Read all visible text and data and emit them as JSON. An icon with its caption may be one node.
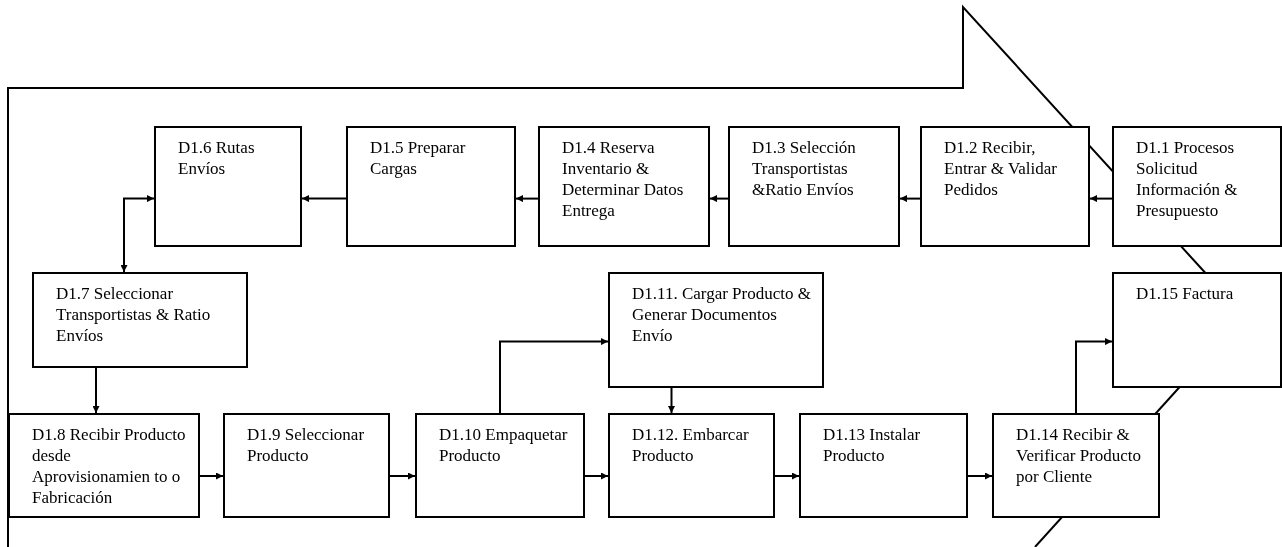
{
  "diagram": {
    "nodes": [
      {
        "text": [
          "D1.1 Procesos Solicitud Información & Presupuesto"
        ]
      },
      {
        "text": [
          "D1.2 Recibir, Entrar & Validar Pedidos"
        ]
      },
      {
        "text": [
          "D1.3 Selección Transportistas &Ratio Envíos"
        ]
      },
      {
        "text": [
          "D1.4 Reserva Inventario & Determinar Datos Entrega"
        ]
      },
      {
        "text": [
          "D1.5 Preparar Cargas"
        ]
      },
      {
        "text": [
          "D1.6 Rutas Envíos"
        ]
      },
      {
        "text": [
          "D1.7 Seleccionar Transportistas & Ratio Envíos"
        ]
      },
      {
        "text": [
          "D1.11. Cargar Producto & Generar Documentos Envío"
        ]
      },
      {
        "text": [
          "D1.15 Factura"
        ]
      },
      {
        "text": [
          "D1.8 Recibir Producto desde Aprovisionamien to o Fabricación"
        ]
      },
      {
        "text": [
          "D1.9 Seleccionar Producto"
        ]
      },
      {
        "text": [
          "D1.10 Empaquetar Producto"
        ]
      },
      {
        "text": [
          "D1.12. Embarcar Producto"
        ]
      },
      {
        "text": [
          "D1.13 Instalar Producto"
        ]
      },
      {
        "text": [
          "D1.14 Recibir & Verificar Producto por Cliente"
        ]
      }
    ],
    "edges": [
      {
        "from": 0,
        "to": 1,
        "arrow": "to"
      },
      {
        "from": 1,
        "to": 2,
        "arrow": "to"
      },
      {
        "from": 2,
        "to": 3,
        "arrow": "to"
      },
      {
        "from": 3,
        "to": 4,
        "arrow": "to"
      },
      {
        "from": 4,
        "to": 5,
        "arrow": "to"
      },
      {
        "from": 5,
        "to": 6,
        "arrow": "both"
      },
      {
        "from": 6,
        "to": 9,
        "arrow": "to"
      },
      {
        "from": 9,
        "to": 10,
        "arrow": "to"
      },
      {
        "from": 10,
        "to": 11,
        "arrow": "to"
      },
      {
        "from": 11,
        "to": 7,
        "arrow": "to"
      },
      {
        "from": 7,
        "to": 12,
        "arrow": "to"
      },
      {
        "from": 11,
        "to": 12,
        "arrow": "to"
      },
      {
        "from": 12,
        "to": 13,
        "arrow": "to"
      },
      {
        "from": 13,
        "to": 14,
        "arrow": "to"
      },
      {
        "from": 14,
        "to": 8,
        "arrow": "to"
      }
    ]
  }
}
